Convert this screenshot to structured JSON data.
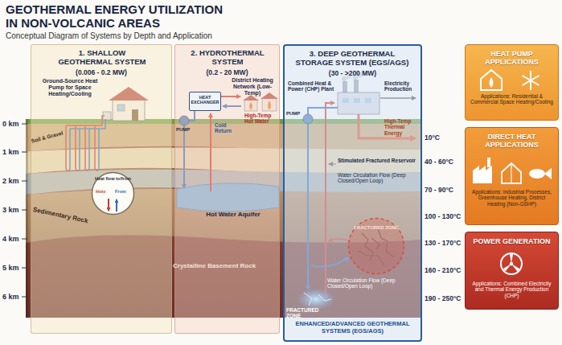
{
  "diagram": {
    "title": "GEOTHERMAL ENERGY UTILIZATION IN NON-VOLCANIC AREAS",
    "nodes": [
      {
        "text": [
          "1. SHALLOW GEOTHERMAL SYSTEM",
          "(0.006 - 0.2 MW)"
        ]
      },
      {
        "text": [
          "Heat flow to/from",
          "Hoto",
          "From"
        ],
        "in": 0
      },
      {
        "text": [
          "2. HYDROTHERMAL SYSTEM",
          "(0.2 - 20 MW)"
        ]
      },
      {
        "text": [
          "HEAT EXCHANGER"
        ],
        "in": 2
      },
      {
        "text": [
          "3. DEEP GEOTHERMAL STORAGE SYSTEM (EGS/AGS)",
          "(30 - >200 MW)",
          "ENHANCED/ADVANCED GEOTHERMAL SYSTEMS (EGS/AGS)"
        ]
      },
      {
        "text": [
          "FRACTURED ZONE"
        ],
        "in": 4
      },
      {
        "text": [
          "HEAT PUMP APPLICATIONS",
          "Applications: Residential & Commercial Space Heating/Cooling"
        ]
      },
      {
        "text": [
          "DIRECT HEAT APPLICATIONS",
          "Applications: Industrial Processes, Greenhouse Heating, District Heating (Non-GSHP)"
        ]
      },
      {
        "text": [
          "POWER GENERATION",
          "Applications: Combined Electricity and Thermal Energy Production (CHP)"
        ]
      }
    ],
    "labels": [
      "Conceptual Diagram of Systems by Depth and Application",
      "0 km",
      "1 km",
      "2 km",
      "3 km",
      "4 km",
      "5 km",
      "6 km",
      "10°C",
      "40 - 60°C",
      "70 - 90°C",
      "100 - 130°C",
      "130 - 170°C",
      "160 - 210°C",
      "190 - 250°C",
      "Soil & Gravel",
      "Sedimentary Rock",
      "Crystalline Basement Rock",
      "Ground-Source Heat Pump for Space Heating/Cooling",
      "District Heating Network (Low-Temp)",
      "PUMP",
      "High-Temp Hot Water",
      "Cold Return",
      "Hot Water Aquifer",
      "Combined Heat & Power (CHP) Plant",
      "Electricity Production",
      "PUMP",
      "High-Temp Thermal Energy",
      "Stimulated Fractured Reservoir",
      "Water Circulation Flow (Deep Closed/Open Loop)",
      "Water Circulation Flow (Deep Closed/Open Loop)",
      "FRACTURED ZONE"
    ]
  }
}
